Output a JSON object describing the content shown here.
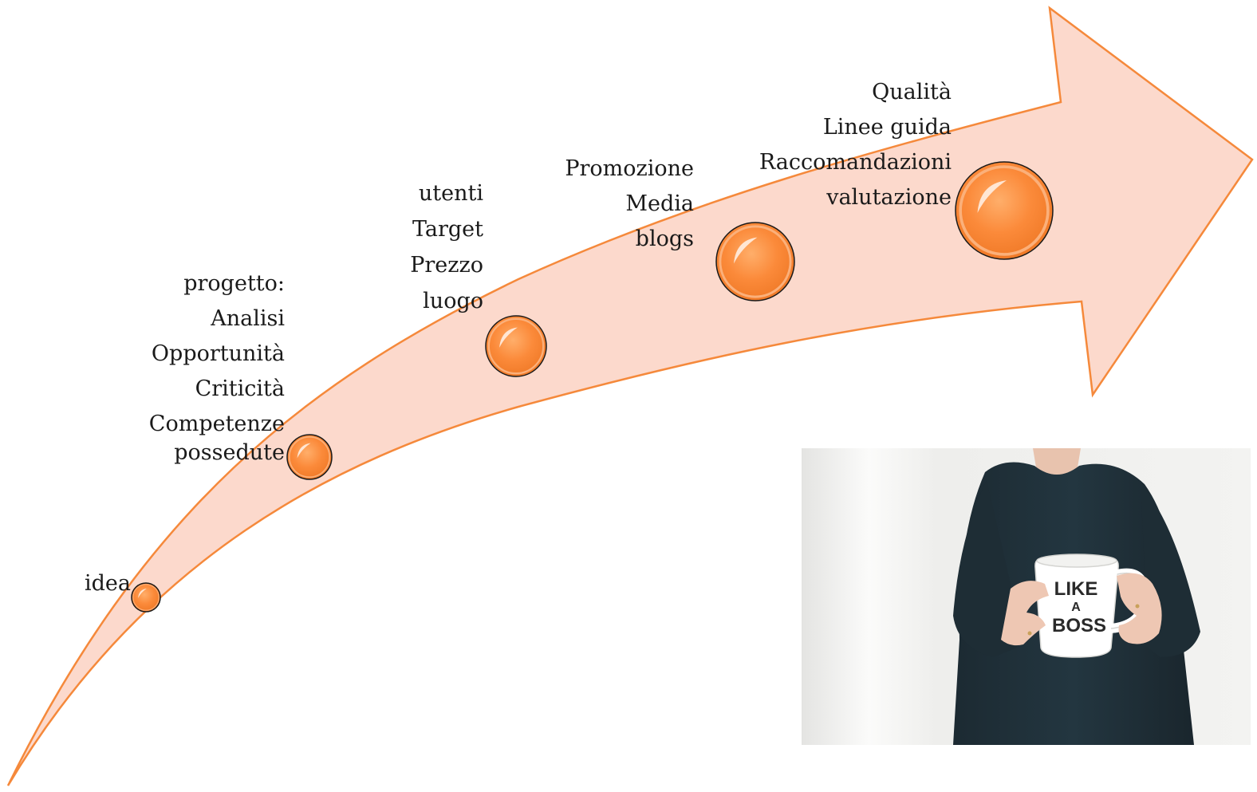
{
  "diagram": {
    "arrow_fill": "#fcd9cc",
    "arrow_stroke": "#f5893b",
    "stages": [
      {
        "id": "idea",
        "lines": [
          "idea"
        ]
      },
      {
        "id": "progetto",
        "lines": [
          "progetto:",
          "Analisi",
          "Opportunità",
          "Criticità",
          "Competenze",
          "possedute"
        ]
      },
      {
        "id": "utenti",
        "lines": [
          "utenti",
          "Target",
          "Prezzo",
          "luogo"
        ]
      },
      {
        "id": "promozione",
        "lines": [
          "Promozione",
          "Media",
          "blogs"
        ]
      },
      {
        "id": "qualita",
        "lines": [
          "Qualità",
          "Linee guida",
          "Raccomandazioni",
          "valutazione"
        ]
      }
    ]
  },
  "photo": {
    "mug_text": [
      "LIKE",
      "A",
      "BOSS"
    ]
  }
}
